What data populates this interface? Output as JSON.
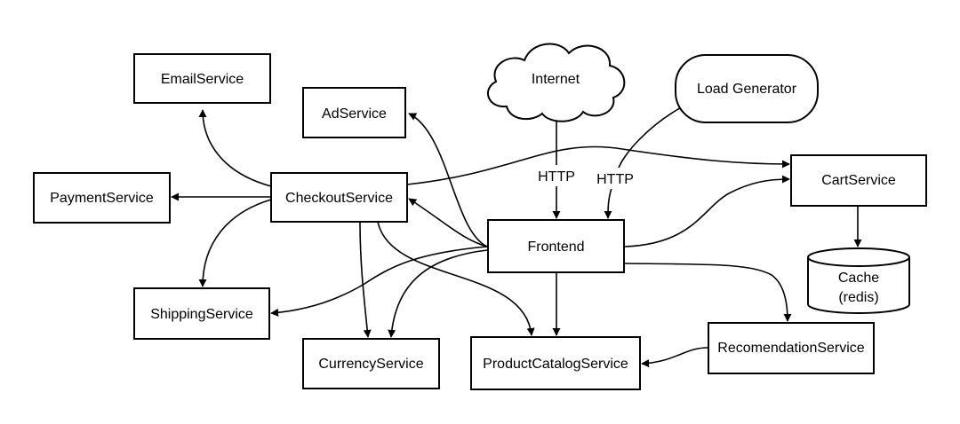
{
  "diagram": {
    "nodes": {
      "email": "EmailService",
      "ad": "AdService",
      "internet": "Internet",
      "loadgen": "Load Generator",
      "payment": "PaymentService",
      "checkout": "CheckoutService",
      "cart": "CartService",
      "frontend": "Frontend",
      "shipping": "ShippingService",
      "cache_line1": "Cache",
      "cache_line2": "(redis)",
      "currency": "CurrencyService",
      "productcatalog": "ProductCatalogService",
      "recommendation": "RecomendationService"
    },
    "edge_labels": {
      "internet_http": "HTTP",
      "loadgen_http": "HTTP"
    }
  }
}
